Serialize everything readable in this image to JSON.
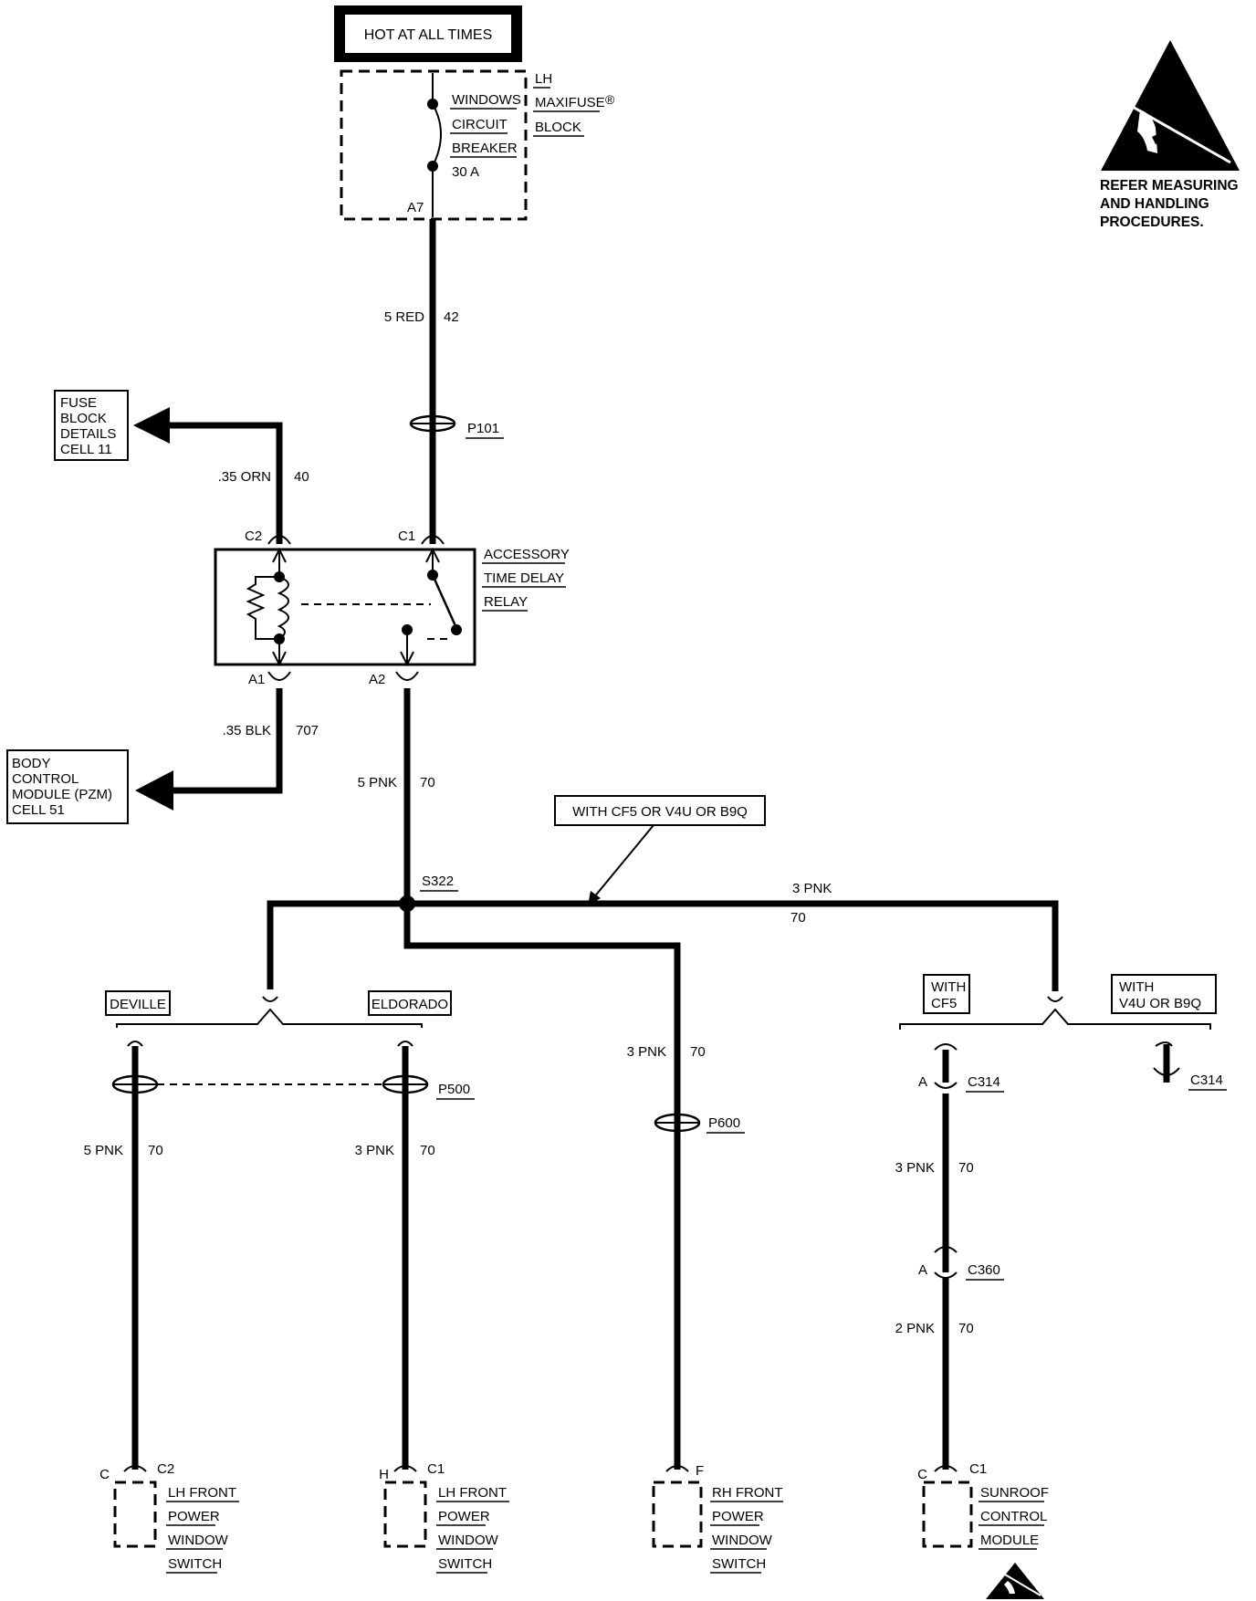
{
  "power": {
    "hot_label": "HOT AT ALL TIMES",
    "block_lines": [
      "LH",
      "MAXIFUSE",
      "BLOCK"
    ],
    "registered_mark": "®",
    "breaker_lines": [
      "WINDOWS",
      "CIRCUIT",
      "BREAKER",
      "30 A"
    ],
    "terminal": "A7"
  },
  "esd_notice": {
    "lines": [
      "REFER MEASURING",
      "AND HANDLING",
      "PROCEDURES."
    ],
    "icon": "esd-warning-icon"
  },
  "wires": {
    "main_feed": {
      "size_color": "5 RED",
      "circuit": "42"
    },
    "to_fuse_block": {
      "size_color": ".35 ORN",
      "circuit": "40"
    },
    "to_bcm": {
      "size_color": ".35 BLK",
      "circuit": "707"
    },
    "relay_out": {
      "size_color": "5 PNK",
      "circuit": "70"
    },
    "to_sunroof_branch": {
      "size_color": "3 PNK",
      "circuit": "70"
    },
    "lh_deville": {
      "size_color": "5 PNK",
      "circuit": "70"
    },
    "lh_eldorado": {
      "size_color": "3 PNK",
      "circuit": "70"
    },
    "rh": {
      "size_color": "3 PNK",
      "circuit": "70"
    },
    "sunroof_upper": {
      "size_color": "3 PNK",
      "circuit": "70"
    },
    "sunroof_lower": {
      "size_color": "2 PNK",
      "circuit": "70"
    }
  },
  "connectors": {
    "p101": "P101",
    "p500": "P500",
    "p600": "P600",
    "c314": "C314",
    "c314_b": "C314",
    "c360": "C360",
    "c314_pin": "A",
    "c360_pin": "A",
    "splice": "S322"
  },
  "relay": {
    "lines": [
      "ACCESSORY",
      "TIME DELAY",
      "RELAY"
    ],
    "terminals": {
      "c2": "C2",
      "c1": "C1",
      "a1": "A1",
      "a2": "A2"
    }
  },
  "references": {
    "fuse_block": [
      "FUSE",
      "BLOCK",
      "DETAILS",
      "CELL 11"
    ],
    "bcm": [
      "BODY",
      "CONTROL",
      "MODULE (PZM)",
      "CELL 51"
    ]
  },
  "options": {
    "note": "WITH CF5 OR V4U OR B9Q",
    "deville": "DEVILLE",
    "eldorado": "ELDORADO",
    "with_cf5": [
      "WITH",
      "CF5"
    ],
    "with_v4u": [
      "WITH",
      "V4U OR B9Q"
    ]
  },
  "components": [
    {
      "pin": "C",
      "connector": "C2",
      "lines": [
        "LH FRONT",
        "POWER",
        "WINDOW",
        "SWITCH"
      ]
    },
    {
      "pin": "H",
      "connector": "C1",
      "lines": [
        "LH FRONT",
        "POWER",
        "WINDOW",
        "SWITCH"
      ]
    },
    {
      "pin": "F",
      "connector": "",
      "lines": [
        "RH FRONT",
        "POWER",
        "WINDOW",
        "SWITCH"
      ]
    },
    {
      "pin": "C",
      "connector": "C1",
      "lines": [
        "SUNROOF",
        "CONTROL",
        "MODULE"
      ]
    }
  ]
}
